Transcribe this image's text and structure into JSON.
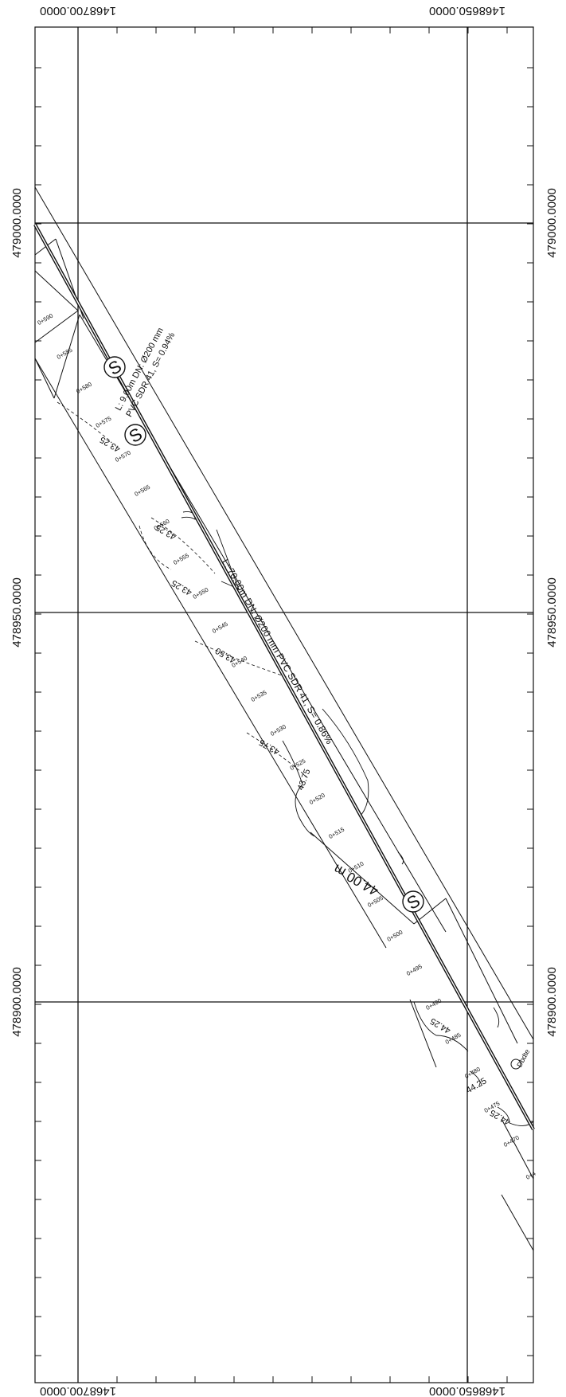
{
  "grid": {
    "top_labels": [
      "1468700.0000",
      "1468650.0000"
    ],
    "bottom_labels": [
      "1468700.0000",
      "1468650.0000"
    ],
    "left_labels": [
      "479000.0000",
      "478950.0000",
      "478900.0000"
    ],
    "right_labels": [
      "479000.0000",
      "478950.0000",
      "478900.0000"
    ]
  },
  "pipes": {
    "upper_label_1": "L: 9.00m DN: Ø200 mm",
    "upper_label_2": "PVC SDR 41, S= 0.94%",
    "main_label": "L: 70.00m DN: Ø200 mm PVC SDR 41, S= 0.86%"
  },
  "elevation_labels": {
    "big": "44.00 m",
    "contours": [
      "43.25",
      "43.25",
      "43.25",
      "43.50",
      "43.75",
      "43.75",
      "44.25",
      "44.25",
      "44.25"
    ]
  },
  "stations": [
    "0+590",
    "0+585",
    "0+580",
    "0+575",
    "0+570",
    "0+565",
    "0+560",
    "0+555",
    "0+550",
    "0+545",
    "0+540",
    "0+535",
    "0+530",
    "0+525",
    "0+520",
    "0+515",
    "0+510",
    "0+505",
    "0+500",
    "0+495",
    "0+490",
    "0+485",
    "0+480",
    "0+475",
    "0+470",
    "0+4"
  ],
  "manholes": {
    "symbol": "S"
  },
  "misc": {
    "edge_note": "Dbdte"
  }
}
